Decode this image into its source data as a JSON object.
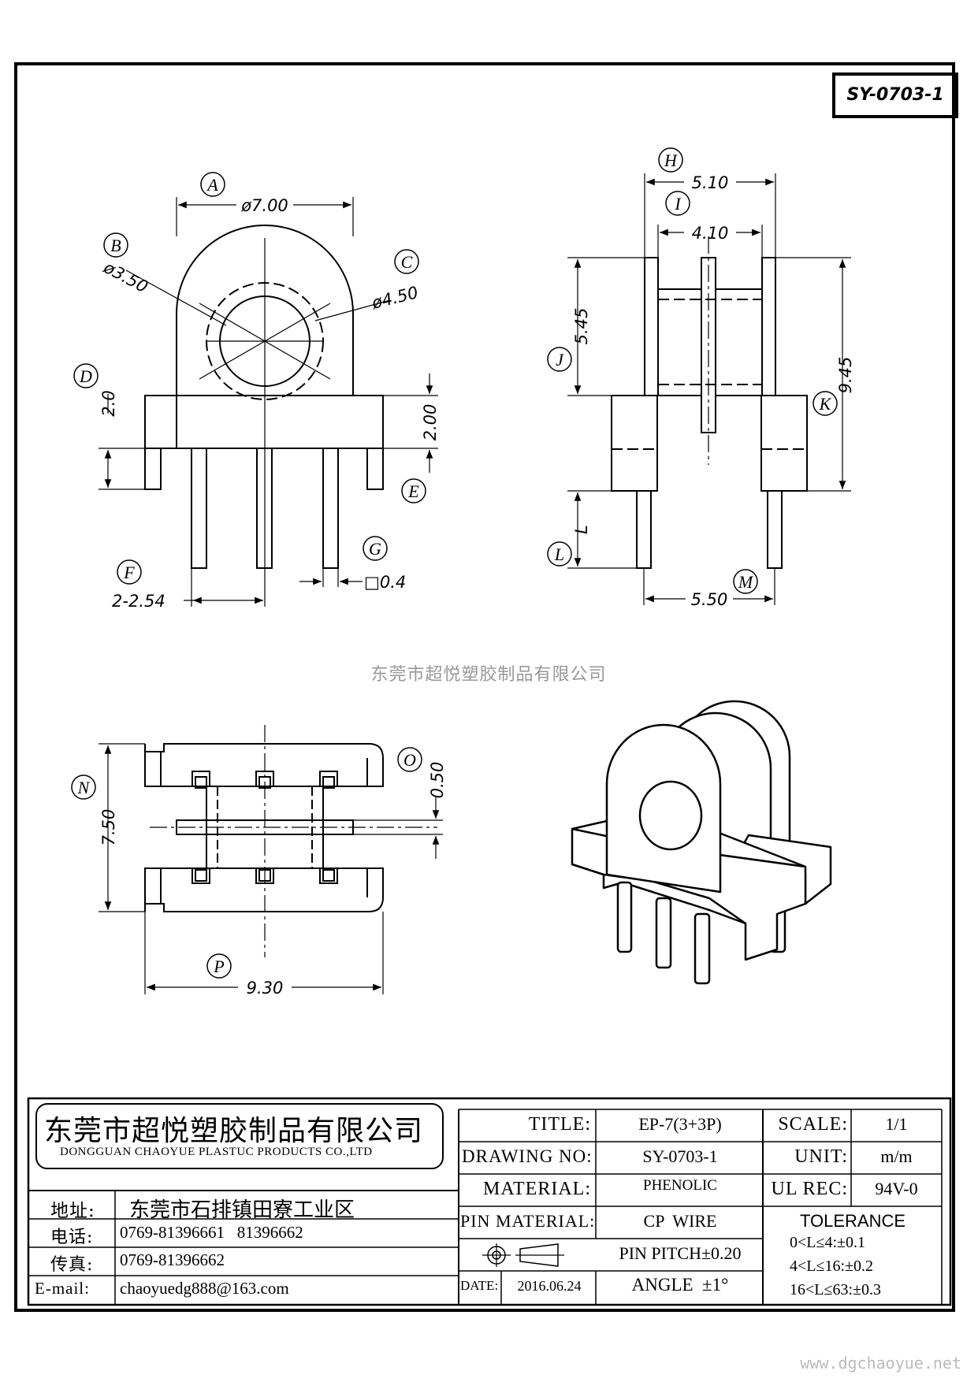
{
  "drawing_tag": "SY-0703-1",
  "watermark": "东莞市超悦塑胶制品有限公司",
  "website": "www.dgchaoyue.net",
  "callouts": {
    "A": "A",
    "B": "B",
    "C": "C",
    "D": "D",
    "E": "E",
    "F": "F",
    "G": "G",
    "H": "H",
    "I": "I",
    "J": "J",
    "K": "K",
    "L": "L",
    "M": "M",
    "N": "N",
    "O": "O",
    "P": "P"
  },
  "dimensions": {
    "a": "ø7.00",
    "b": "ø3.50",
    "c": "ø4.50",
    "d": "2.0",
    "e": "2.00",
    "f": "2-2.54",
    "g": "□0.4",
    "h": "5.10",
    "i": "4.10",
    "j": "5.45",
    "k": "9.45",
    "l": "L",
    "m": "5.50",
    "n": "7.50",
    "o": "0.50",
    "p": "9.30"
  },
  "company": {
    "name_cn": "东莞市超悦塑胶制品有限公司",
    "name_en": "DONGGUAN CHAOYUE PLASTUC PRODUCTS CO.,LTD",
    "address_label": "地址:",
    "address": "东莞市石排镇田寮工业区",
    "phone_label": "电话:",
    "phone": "0769-81396661   81396662",
    "fax_label": "传真:",
    "fax": "0769-81396662",
    "email_label": "E-mail:",
    "email": "chaoyuedg888@163.com"
  },
  "titleblock": {
    "title_label": "TITLE:",
    "title": "EP-7(3+3P)",
    "drawing_no_label": "DRAWING NO:",
    "drawing_no": "SY-0703-1",
    "material_label": "MATERIAL:",
    "material": "PHENOLIC",
    "pin_material_label": "PIN MATERIAL:",
    "pin_material": "CP  WIRE",
    "pin_pitch": "PIN PITCH±0.20",
    "date_label": "DATE:",
    "date": "2016.06.24",
    "angle": "ANGLE  ±1°",
    "scale_label": "SCALE:",
    "scale": "1/1",
    "unit_label": "UNIT:",
    "unit": "m/m",
    "ul_label": "UL REC:",
    "ul": "94V-0",
    "tolerance_label": "TOLERANCE",
    "tol1": "0<L≤4:±0.1",
    "tol2": "4<L≤16:±0.2",
    "tol3": "16<L≤63:±0.3"
  }
}
